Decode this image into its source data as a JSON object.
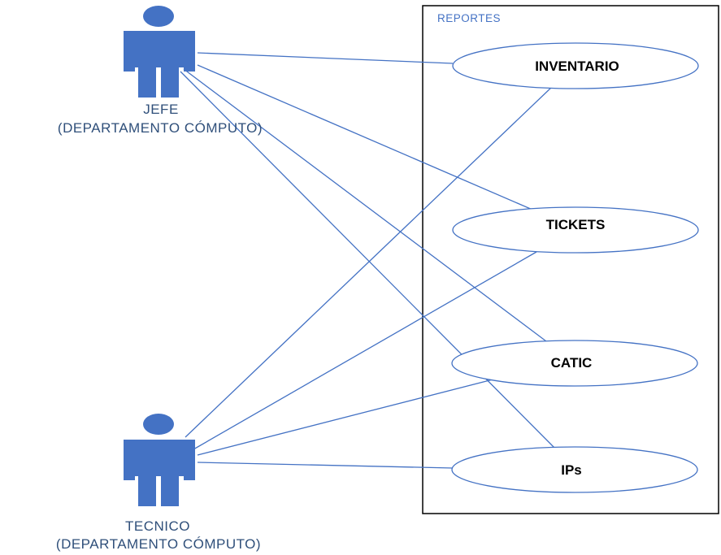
{
  "system": {
    "title": "REPORTES"
  },
  "actors": [
    {
      "id": "jefe",
      "name": "JEFE",
      "subtitle": "(DEPARTAMENTO CÓMPUTO)"
    },
    {
      "id": "tecnico",
      "name": "TECNICO",
      "subtitle": "(DEPARTAMENTO CÓMPUTO)"
    }
  ],
  "use_cases": [
    {
      "id": "inventario",
      "label": "INVENTARIO"
    },
    {
      "id": "tickets",
      "label": "TICKETS"
    },
    {
      "id": "catic",
      "label": "CATIC"
    },
    {
      "id": "ips",
      "label": "IPs"
    }
  ],
  "associations": [
    {
      "actor": "jefe",
      "use_case": "inventario"
    },
    {
      "actor": "jefe",
      "use_case": "tickets"
    },
    {
      "actor": "jefe",
      "use_case": "catic"
    },
    {
      "actor": "jefe",
      "use_case": "ips"
    },
    {
      "actor": "tecnico",
      "use_case": "inventario"
    },
    {
      "actor": "tecnico",
      "use_case": "tickets"
    },
    {
      "actor": "tecnico",
      "use_case": "catic"
    },
    {
      "actor": "tecnico",
      "use_case": "ips"
    }
  ],
  "colors": {
    "actor_fill": "#4472c4",
    "line": "#4472c4",
    "ellipse_stroke": "#4472c4",
    "frame": "#000000"
  }
}
